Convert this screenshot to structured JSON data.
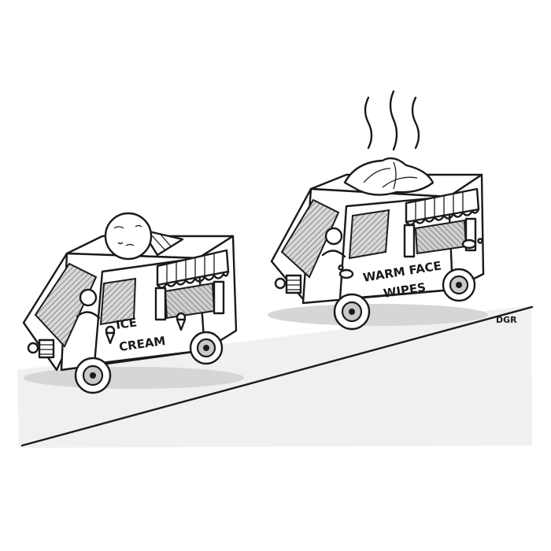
{
  "cartoon": {
    "left_truck_sign": {
      "line1": "ICE",
      "line2": "CREAM"
    },
    "right_truck_sign": {
      "line1": "WARM FACE",
      "line2": "WIPES"
    },
    "signature": "DGR"
  },
  "colors": {
    "ink": "#1a1a1a",
    "truck_body": "#ffffff",
    "ground_shade": "#f0f0f0",
    "window_hatch": "#8d8d8d",
    "wheel_gray": "#c9c9c9"
  },
  "icons": [
    "steam-lines-icon",
    "towel-icon",
    "ice-cream-cone-icon",
    "scoop-icon",
    "soap-bubbles-icon"
  ]
}
